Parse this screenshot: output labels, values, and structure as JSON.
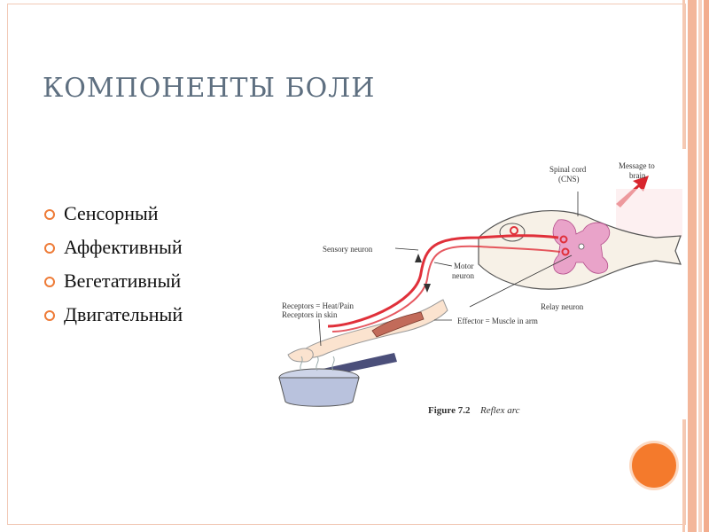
{
  "slide": {
    "title": "КОМПОНЕНТЫ БОЛИ",
    "bullets": [
      {
        "label": "Сенсорный"
      },
      {
        "label": "Аффективный"
      },
      {
        "label": "Вегетативный"
      },
      {
        "label": "Двигательный"
      }
    ]
  },
  "figure": {
    "labels": {
      "spinal_cord_line1": "Spinal cord",
      "spinal_cord_line2": "(CNS)",
      "message_line1": "Message to",
      "message_line2": "brain",
      "sensory_neuron": "Sensory neuron",
      "motor_neuron_line1": "Motor",
      "motor_neuron_line2": "neuron",
      "relay_neuron": "Relay neuron",
      "receptors_line1": "Receptors = Heat/Pain",
      "receptors_line2": "Receptors in skin",
      "effector": "Effector = Muscle in arm"
    },
    "caption_number": "Figure 7.2",
    "caption_title": "Reflex arc"
  },
  "colors": {
    "title": "#5e6f80",
    "bullet_ring": "#ee7b37",
    "accent_dot": "#f47a2c",
    "nerve": "#e0303a",
    "gray_matter": "#e9a3c9"
  }
}
